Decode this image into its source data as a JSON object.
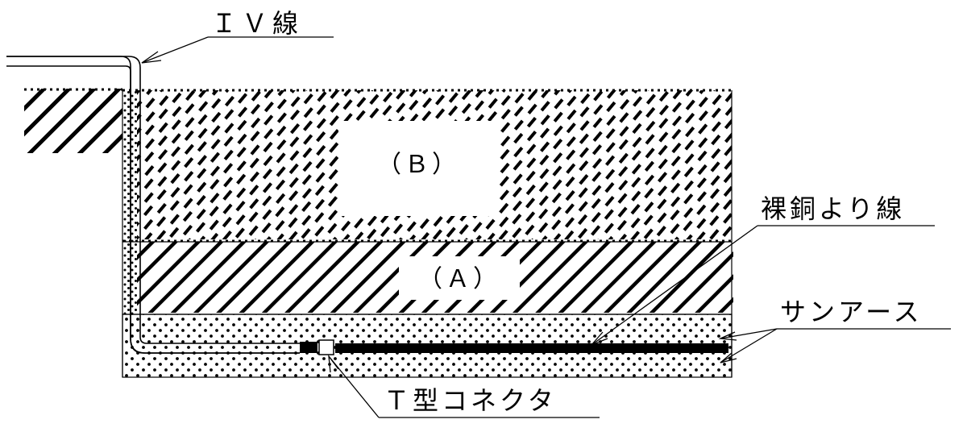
{
  "labels": {
    "iv_wire": "ＩＶ線",
    "zone_b": "（Ｂ）",
    "zone_a": "（Ａ）",
    "bare_copper": "裸銅より線",
    "sun_earth": "サンアース",
    "t_connector": "Ｔ型コネクタ"
  },
  "colors": {
    "ink": "#000000",
    "paper": "#ffffff"
  }
}
